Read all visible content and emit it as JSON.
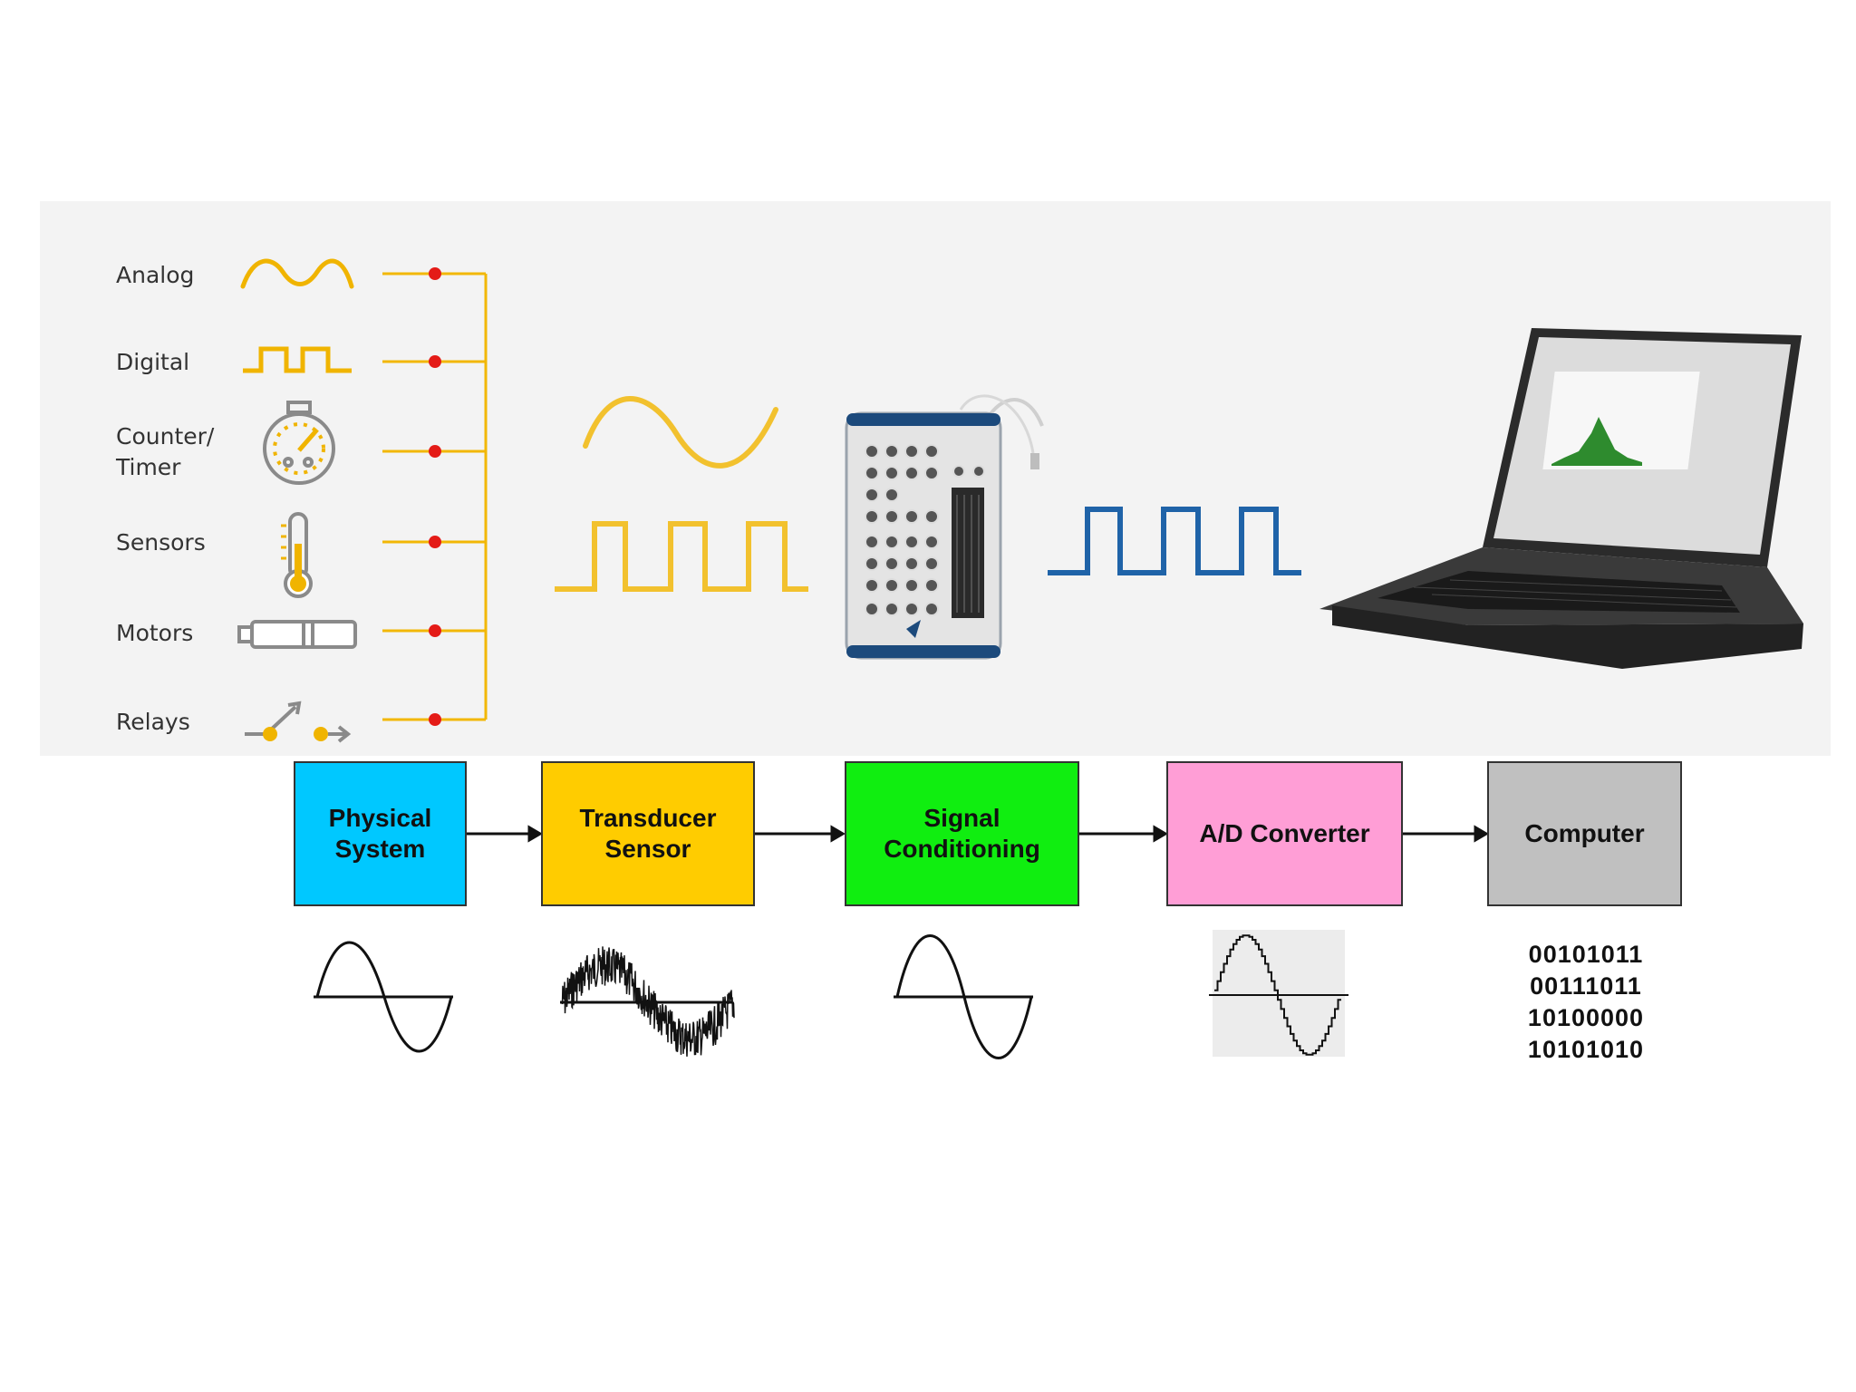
{
  "inputs": [
    {
      "label": "Analog",
      "icon": "analog-wave-icon"
    },
    {
      "label": "Digital",
      "icon": "digital-pulse-icon"
    },
    {
      "label": "Counter/\nTimer",
      "icon": "stopwatch-icon"
    },
    {
      "label": "Sensors",
      "icon": "thermometer-icon"
    },
    {
      "label": "Motors",
      "icon": "motor-icon"
    },
    {
      "label": "Relays",
      "icon": "relay-switch-icon"
    }
  ],
  "colors": {
    "icon_yellow": "#f0b400",
    "bus_yellow": "#f2b705",
    "node_red": "#e41b17",
    "signal_yellow": "#f2c12e",
    "signal_blue": "#1f63a8",
    "box_physical": "#00c8ff",
    "box_transducer": "#ffcc00",
    "box_conditioning": "#10ee10",
    "box_adc": "#ff9ed6",
    "box_computer": "#c0c0c0"
  },
  "devices": {
    "daq": "daq-device-icon",
    "laptop": "laptop-icon"
  },
  "blocks": [
    {
      "label": "Physical\nSystem",
      "color_key": "box_physical"
    },
    {
      "label": "Transducer\nSensor",
      "color_key": "box_transducer"
    },
    {
      "label": "Signal\nConditioning",
      "color_key": "box_conditioning"
    },
    {
      "label": "A/D Converter",
      "color_key": "box_adc"
    },
    {
      "label": "Computer",
      "color_key": "box_computer"
    }
  ],
  "binary_output": [
    "00101011",
    "00111011",
    "10100000",
    "10101010"
  ]
}
